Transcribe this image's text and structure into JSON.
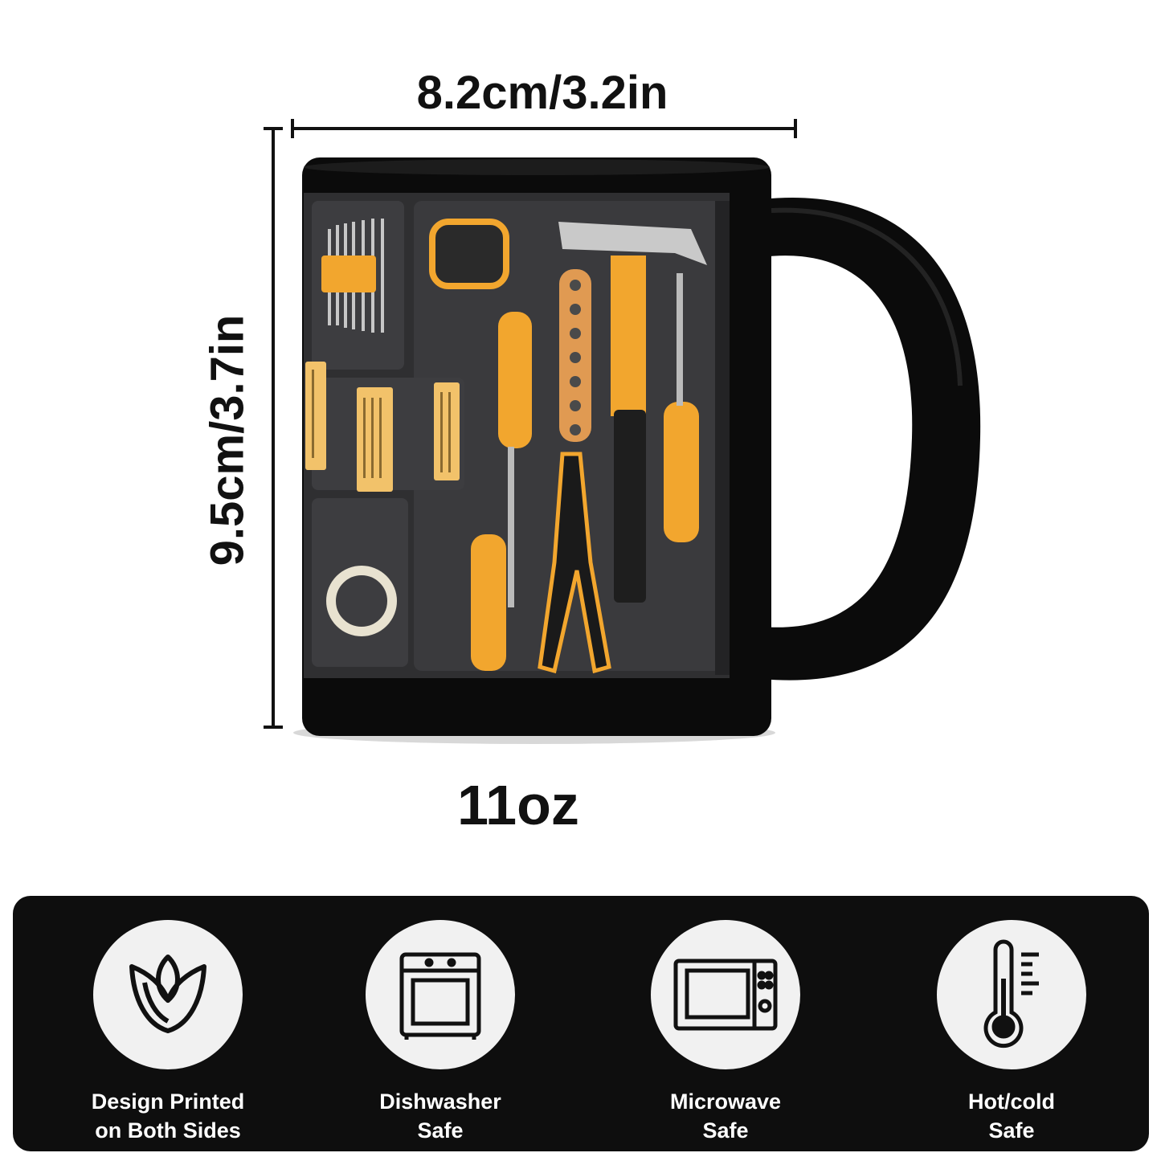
{
  "dimensions": {
    "width_label": "8.2cm/3.2in",
    "height_label": "9.5cm/3.7in",
    "capacity_label": "11oz"
  },
  "features": [
    {
      "icon": "tulip-icon",
      "line1": "Design Printed",
      "line2": "on Both Sides"
    },
    {
      "icon": "dishwasher-icon",
      "line1": "Dishwasher",
      "line2": "Safe"
    },
    {
      "icon": "microwave-icon",
      "line1": "Microwave",
      "line2": "Safe"
    },
    {
      "icon": "thermometer-icon",
      "line1": "Hot/cold",
      "line2": "Safe"
    }
  ],
  "colors": {
    "mug_body": "#0b0b0b",
    "tray": "#3b3b3d",
    "tool_accent": "#f2a62e",
    "panel": "#0e0e0e",
    "circle": "#f1f1f1"
  }
}
